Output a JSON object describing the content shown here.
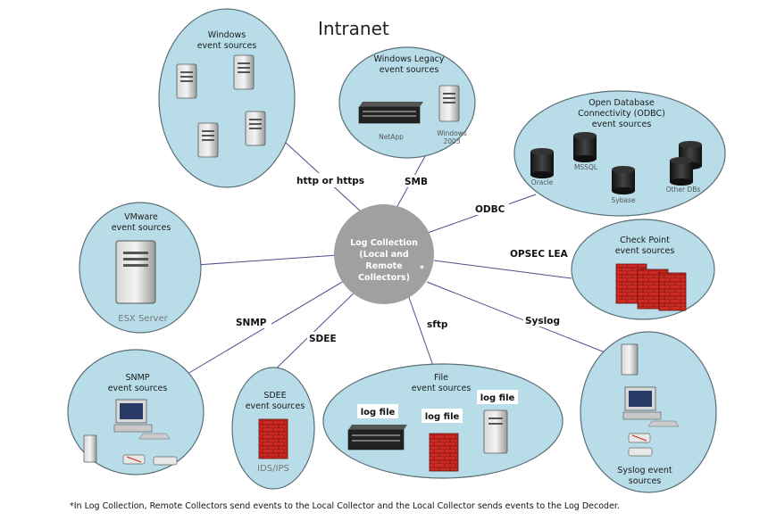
{
  "title": "Intranet",
  "hub": {
    "line1": "Log Collection",
    "line2": "(Local and",
    "line3": "Remote",
    "line4": "Collectors)",
    "asterisk": "*"
  },
  "groups": {
    "windows": {
      "line1": "Windows",
      "line2": "event sources"
    },
    "windows_legacy": {
      "line1": "Windows Legacy",
      "line2": "event sources",
      "netapp": "NetApp",
      "win_line1": "Windows",
      "win_line2": "2003"
    },
    "odbc": {
      "line1": "Open Database",
      "line2": "Connectivity (ODBC)",
      "line3": "event sources",
      "oracle": "Oracle",
      "mssql": "MSSQL",
      "sybase": "Sybase",
      "other": "Other DBs"
    },
    "vmware": {
      "line1": "VMware",
      "line2": "event sources",
      "esx": "ESX Server"
    },
    "checkpoint": {
      "line1": "Check Point",
      "line2": "event sources"
    },
    "snmp": {
      "line1": "SNMP",
      "line2": "event sources"
    },
    "sdee": {
      "line1": "SDEE",
      "line2": "event sources",
      "ids": "IDS/IPS"
    },
    "file": {
      "line1": "File",
      "line2": "event sources",
      "log1": "log file",
      "log2": "log file",
      "log3": "log file"
    },
    "syslog": {
      "line1": "Syslog event",
      "line2": "sources"
    }
  },
  "connections": {
    "http": "http or https",
    "smb": "SMB",
    "odbc": "ODBC",
    "opsec": "OPSEC LEA",
    "snmp": "SNMP",
    "sdee": "SDEE",
    "sftp": "sftp",
    "syslog": "Syslog"
  },
  "footnote": "*In Log Collection, Remote Collectors send events to the Local Collector and the Local Collector sends events to the Log Decoder.",
  "colors": {
    "bubble": "#b8dde8",
    "bubble_stroke": "#5a6e78",
    "hub": "#a0a0a0",
    "line": "#4a4f8a",
    "firewall": "#cc2a22"
  }
}
